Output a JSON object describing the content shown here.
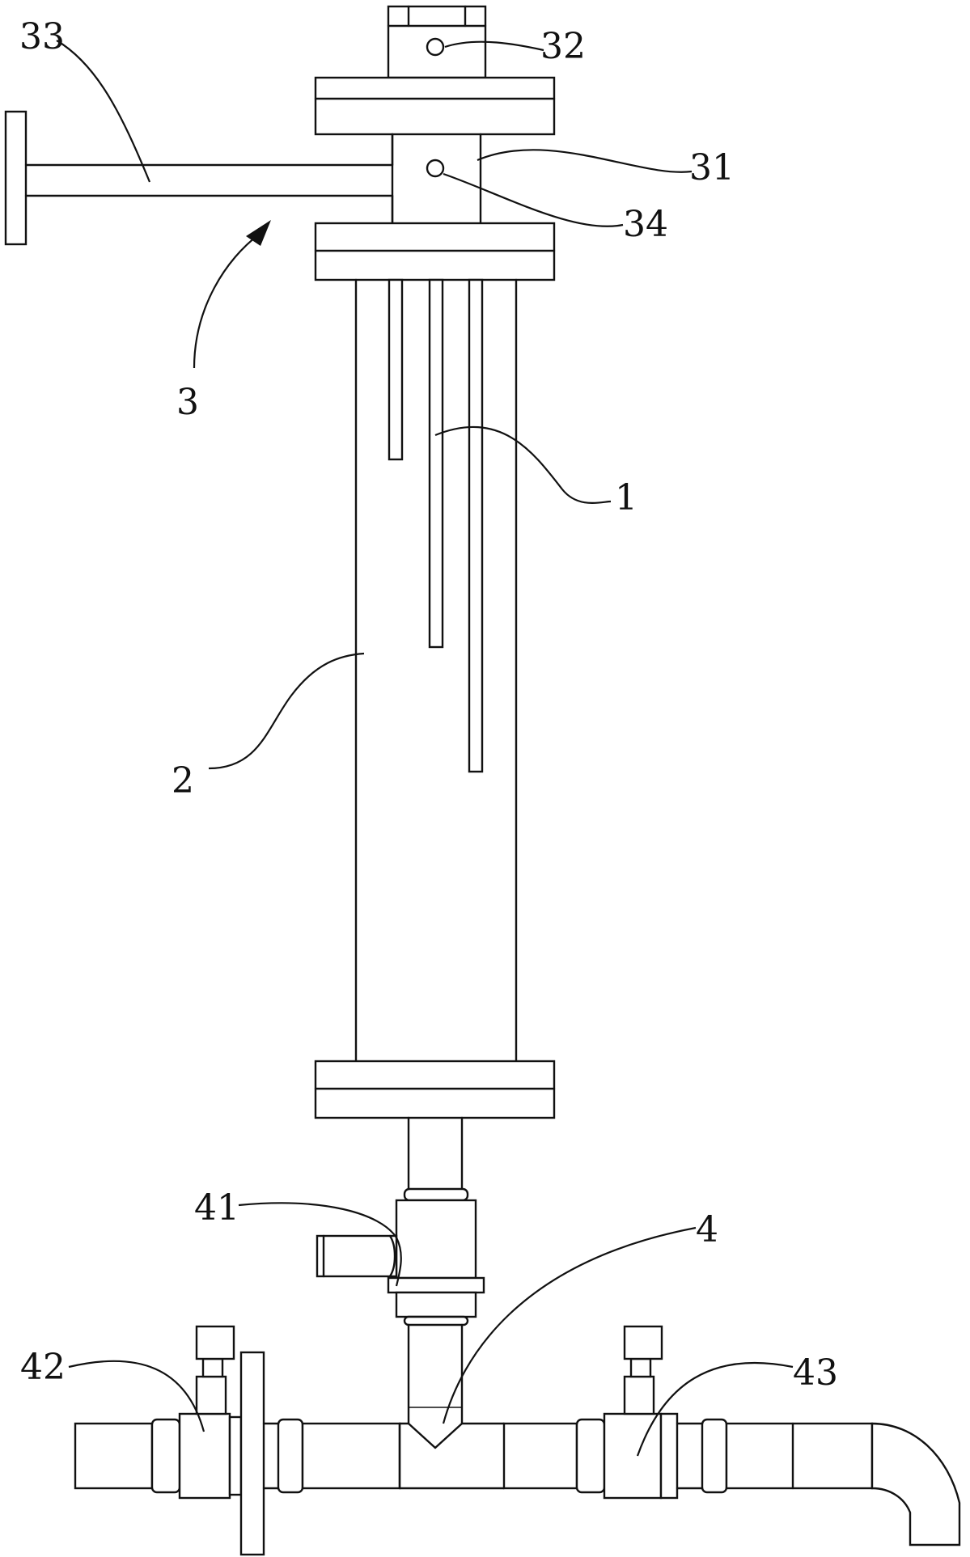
{
  "labels": {
    "l1": "1",
    "l2": "2",
    "l3": "3",
    "l4": "4",
    "l31": "31",
    "l32": "32",
    "l33": "33",
    "l34": "34",
    "l41": "41",
    "l42": "42",
    "l43": "43"
  }
}
